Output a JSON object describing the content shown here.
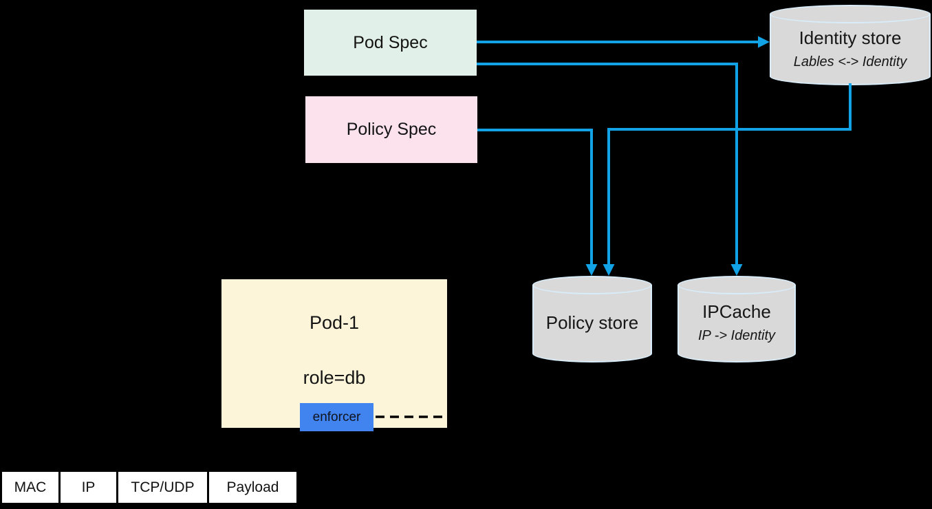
{
  "diagram": {
    "background_color": "#000000",
    "arrow_color": "#12a3e6",
    "cylinder_fill": "#d9d9d9",
    "cylinder_border": "#d8ecf9"
  },
  "nodes": {
    "pod_spec": {
      "label": "Pod Spec",
      "fill": "#e1f0e9"
    },
    "policy_spec": {
      "label": "Policy Spec",
      "fill": "#fbe2ed"
    },
    "identity_store": {
      "title": "Identity store",
      "subtitle": "Lables <-> Identity",
      "fill": "#d9d9d9"
    },
    "policy_store": {
      "title": "Policy store",
      "fill": "#d9d9d9"
    },
    "ipcache": {
      "title": "IPCache",
      "subtitle": "IP -> Identity",
      "fill": "#d9d9d9"
    },
    "pod1": {
      "title": "Pod-1",
      "label": "role=db",
      "fill": "#fcf5da"
    },
    "enforcer": {
      "label": "enforcer",
      "fill": "#4183ef"
    }
  },
  "packet": {
    "cells": [
      "MAC",
      "IP",
      "TCP/UDP",
      "Payload"
    ]
  },
  "edges": [
    {
      "name": "pod-spec-to-identity-store",
      "style": "solid-arrow"
    },
    {
      "name": "pod-spec-to-ipcache",
      "style": "solid-arrow"
    },
    {
      "name": "policy-spec-to-policy-store",
      "style": "solid-arrow"
    },
    {
      "name": "identity-store-to-policy-store",
      "style": "solid-arrow"
    },
    {
      "name": "enforcer-dashed-link",
      "style": "dashed"
    }
  ]
}
